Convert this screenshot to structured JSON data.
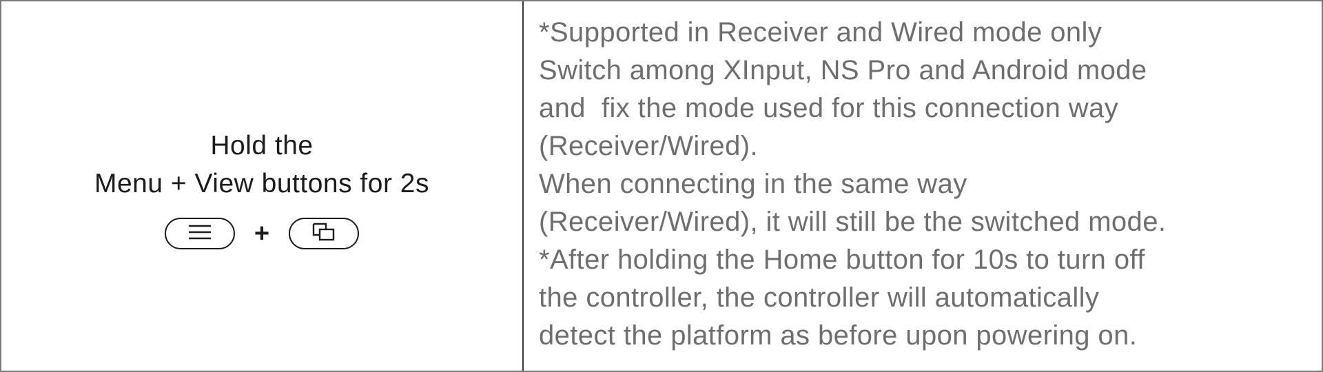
{
  "instruction": {
    "line1": "Hold the",
    "line2": "Menu + View buttons for 2s",
    "plus_sign": "+",
    "buttons": [
      {
        "icon": "menu-icon"
      },
      {
        "icon": "view-icon"
      }
    ]
  },
  "description": {
    "lines": [
      "*Supported in Receiver and Wired mode only",
      "Switch among XInput, NS Pro and Android mode",
      "and  fix the mode used for this connection way",
      "(Receiver/Wired).",
      "When connecting in the same way",
      "(Receiver/Wired), it will still be the switched mode.",
      "*After holding the Home button for 10s to turn off",
      "the controller, the controller will automatically",
      "detect the platform as before upon powering on."
    ]
  }
}
